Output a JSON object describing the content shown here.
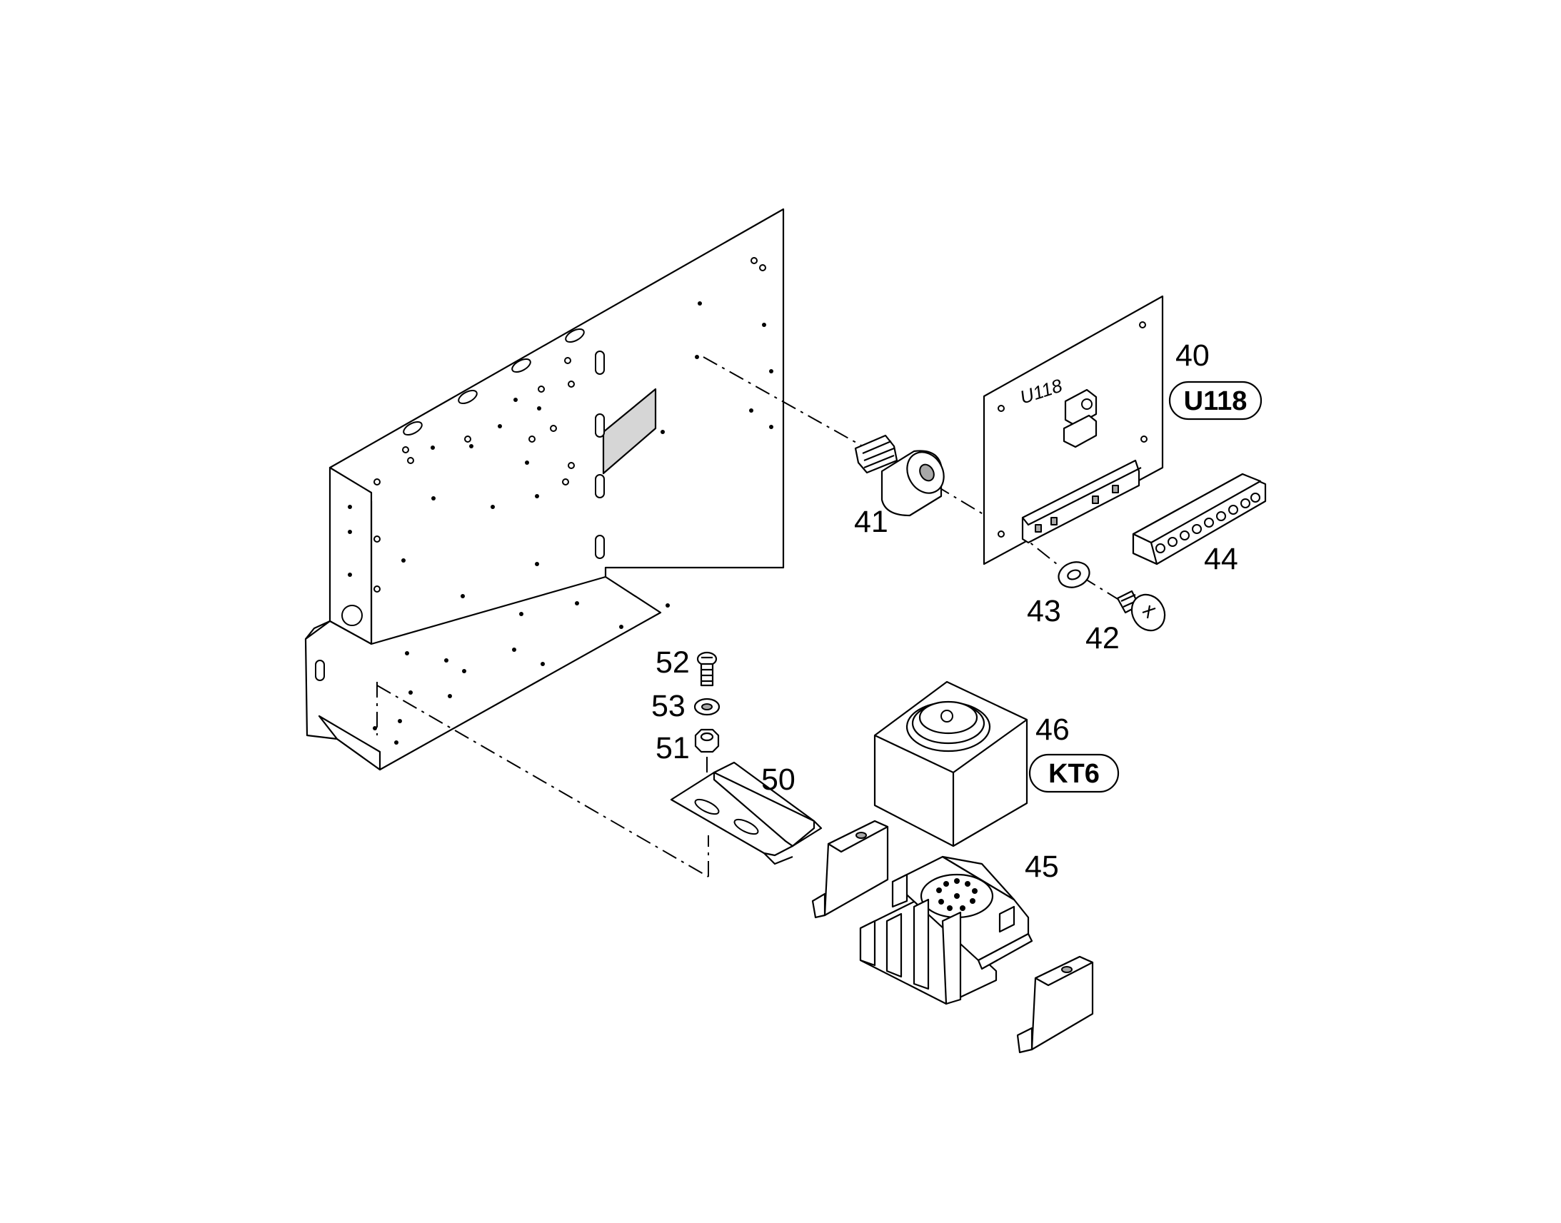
{
  "callouts": [
    {
      "key": "40",
      "text": "40"
    },
    {
      "key": "41",
      "text": "41"
    },
    {
      "key": "42",
      "text": "42"
    },
    {
      "key": "43",
      "text": "43"
    },
    {
      "key": "44",
      "text": "44"
    },
    {
      "key": "45",
      "text": "45"
    },
    {
      "key": "46",
      "text": "46"
    },
    {
      "key": "50",
      "text": "50"
    },
    {
      "key": "51",
      "text": "51"
    },
    {
      "key": "52",
      "text": "52"
    },
    {
      "key": "53",
      "text": "53"
    }
  ],
  "tags": {
    "u118": "U118",
    "kt6": "KT6"
  },
  "pcb_silkscreen": "U118"
}
